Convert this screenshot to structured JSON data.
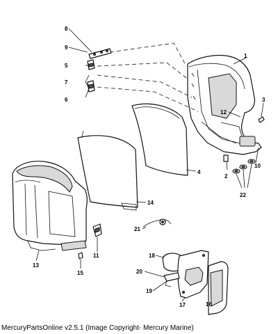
{
  "diagram": {
    "callouts": {
      "c1": "1",
      "c2": "2",
      "c3": "3",
      "c4": "4",
      "c5": "5",
      "c6": "6",
      "c7": "7",
      "c8": "8",
      "c9": "9",
      "c10": "10",
      "c11": "11",
      "c12": "12",
      "c13": "13",
      "c14": "14",
      "c15": "15",
      "c16": "16",
      "c17": "17",
      "c18": "18",
      "c19": "19",
      "c20": "20",
      "c21": "21",
      "c22": "22"
    }
  },
  "caption": "MercuryPartsOnline v2.5.1 (Image Copyright- Mercury Marine)"
}
